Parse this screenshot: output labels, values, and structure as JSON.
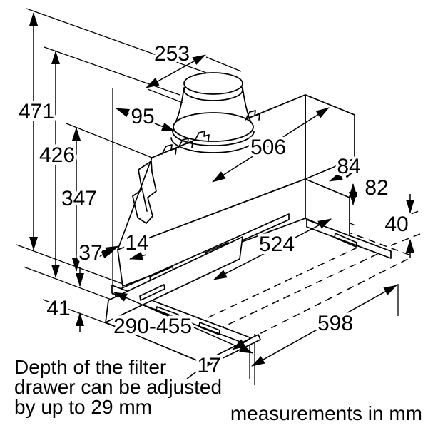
{
  "diagram": {
    "type": "installation drawing, telescopic cooker hood",
    "colors": {
      "ink": "#000000",
      "background": "#ffffff"
    },
    "dims": {
      "d471": "471",
      "d426": "426",
      "d347": "347",
      "d253": "253",
      "d95": "95",
      "d506": "506",
      "d84": "84",
      "d82": "82",
      "d40": "40",
      "d37": "37",
      "d14": "14",
      "d524": "524",
      "d41": "41",
      "d290_455": "290-455",
      "d598": "598",
      "d17": "17"
    },
    "notes": {
      "filter_drawer": [
        "Depth of the filter",
        "drawer can be adjusted",
        "by up to 29 mm"
      ],
      "units": "measurements in mm"
    }
  }
}
